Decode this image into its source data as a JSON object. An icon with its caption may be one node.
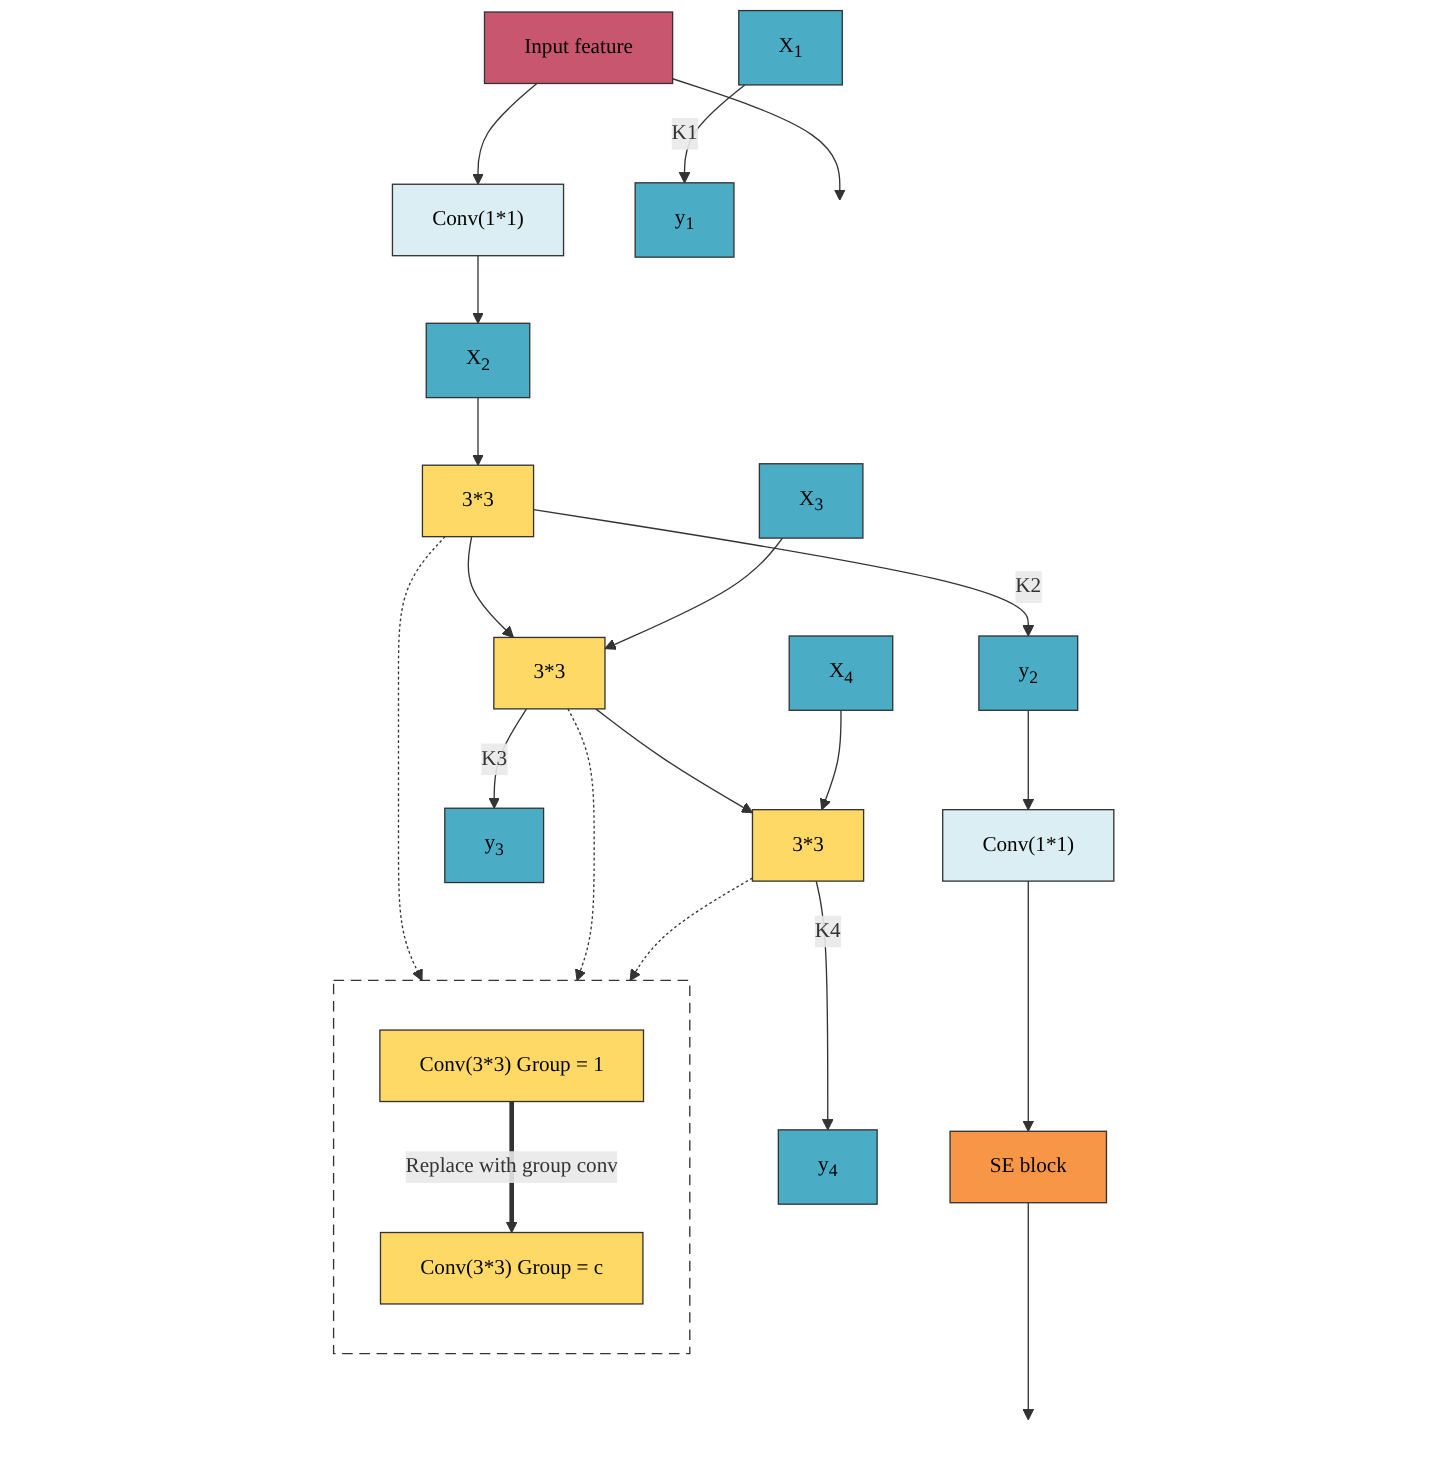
{
  "diagram": {
    "nodes": [
      {
        "text": [
          "Input feature"
        ]
      },
      {
        "text": [
          "Conv(1*1)"
        ]
      },
      {
        "text": [
          "X$_{1}$"
        ]
      },
      {
        "text": [
          "X$_{2}$"
        ]
      },
      {
        "text": [
          "X$_{3}$"
        ]
      },
      {
        "text": [
          "X$_{4}$"
        ]
      },
      {
        "text": [
          "3*3"
        ]
      },
      {
        "text": [
          "3*3"
        ]
      },
      {
        "text": [
          "3*3"
        ]
      },
      {
        "text": [
          "y$_{1}$"
        ]
      },
      {
        "text": [
          "y$_{2}$"
        ]
      },
      {
        "text": [
          "y$_{3}$"
        ]
      },
      {
        "text": [
          "y$_{4}$"
        ]
      },
      {
        "text": [
          "Conv(1*1)"
        ]
      },
      {
        "text": [
          "SE block"
        ]
      },
      {
        "text": [],
        "shape": "box"
      },
      {
        "text": [
          "Conv(3*3) Group = 1"
        ],
        "in": 15
      },
      {
        "text": [
          "Conv(3*3) Group = c"
        ],
        "in": 15
      }
    ],
    "edges": [
      {
        "from": 0,
        "to": 1,
        "arrow": "to"
      },
      {
        "from": 1,
        "to": 3,
        "arrow": "to"
      },
      {
        "from": 2,
        "to": 9,
        "label": "K1",
        "arrow": "to"
      },
      {
        "from": 3,
        "to": 6,
        "arrow": "to"
      },
      {
        "from": 6,
        "to": 10,
        "label": "K2",
        "arrow": "to"
      },
      {
        "from": 6,
        "to": 7,
        "arrow": "to"
      },
      {
        "from": 4,
        "to": 7,
        "arrow": "to"
      },
      {
        "from": 7,
        "to": 11,
        "label": "K3",
        "arrow": "to"
      },
      {
        "from": 7,
        "to": 8,
        "arrow": "to"
      },
      {
        "from": 5,
        "to": 8,
        "arrow": "to"
      },
      {
        "from": 8,
        "to": 12,
        "label": "K4",
        "arrow": "to"
      },
      {
        "from": 10,
        "to": 13,
        "arrow": "to"
      },
      {
        "from": 13,
        "to": 14,
        "arrow": "to"
      },
      {
        "from": 14,
        "to": null,
        "arrow": "to"
      },
      {
        "from": 0,
        "to": null,
        "arrow": "to"
      },
      {
        "from": 6,
        "to": 15,
        "arrow": "to",
        "style": "dashed"
      },
      {
        "from": 7,
        "to": 15,
        "arrow": "to",
        "style": "dashed"
      },
      {
        "from": 8,
        "to": 15,
        "arrow": "to",
        "style": "dashed"
      },
      {
        "from": 16,
        "to": 17,
        "label": "Replace with group conv",
        "arrow": "to",
        "style": "thick"
      }
    ]
  }
}
